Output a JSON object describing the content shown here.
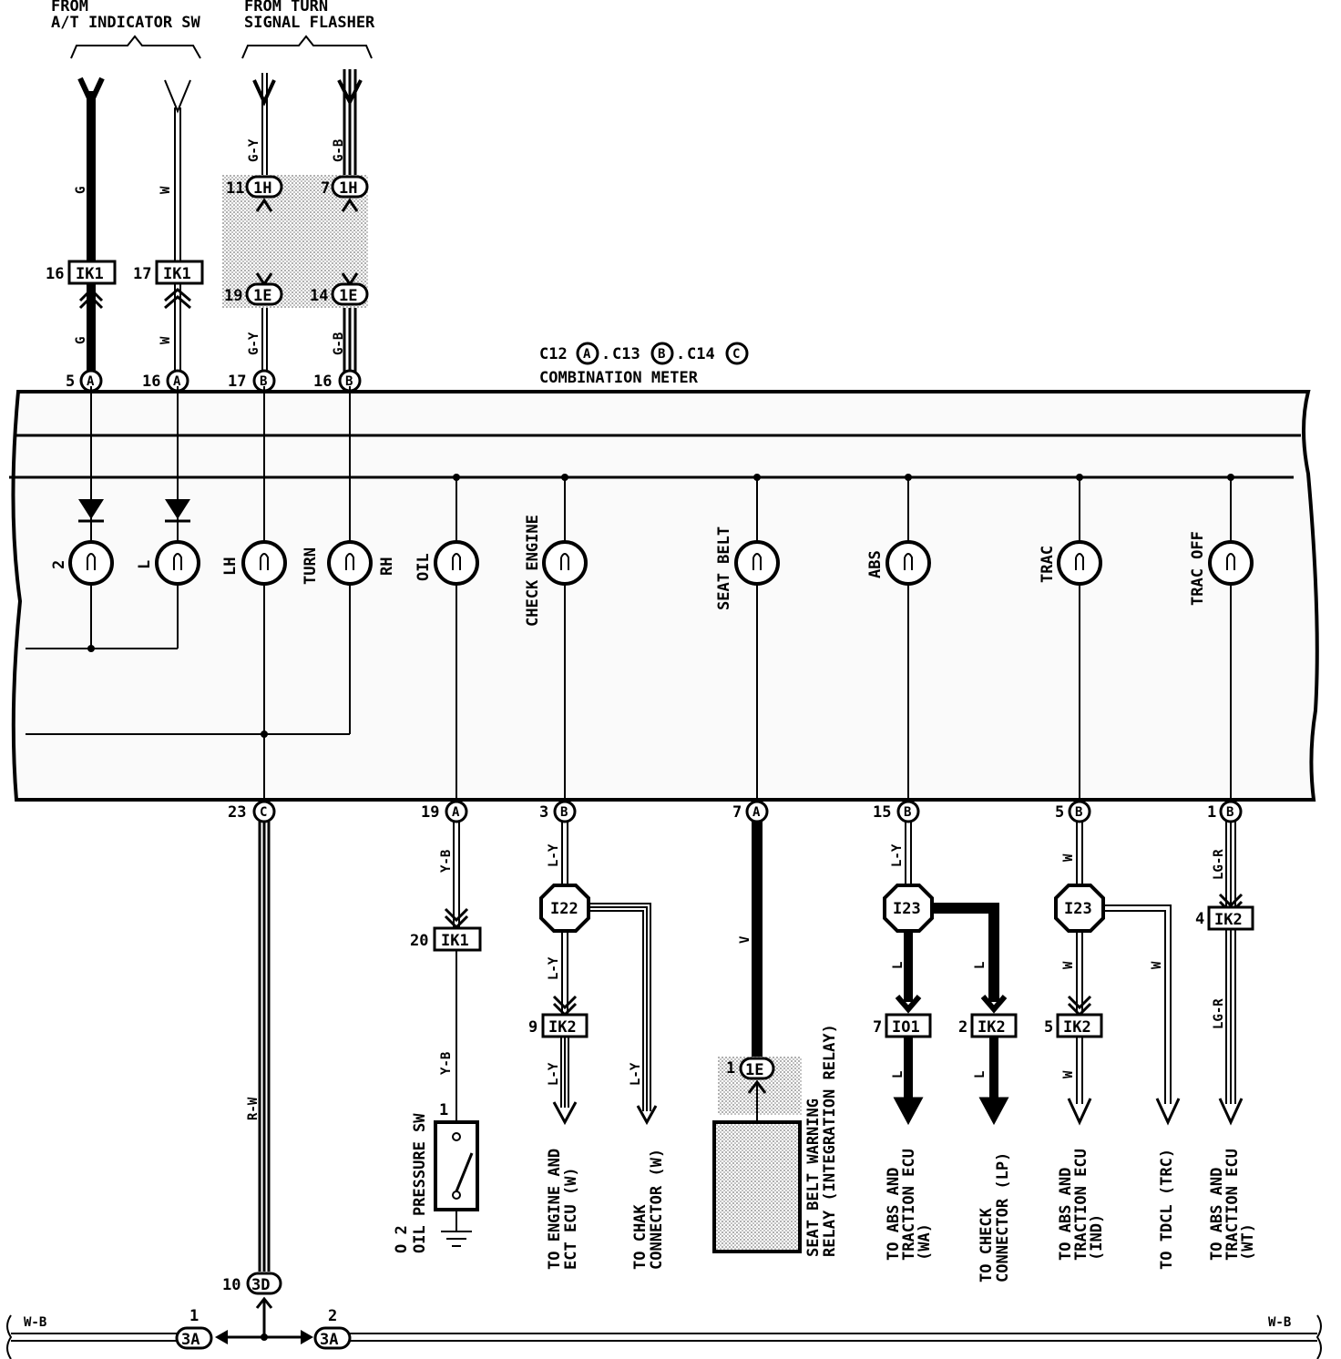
{
  "header": {
    "at_sw_line1": "FROM",
    "at_sw_line2": "A/T INDICATOR SW",
    "turn_line1": "FROM TURN",
    "turn_line2": "SIGNAL FLASHER"
  },
  "meter": {
    "connectors": [
      {
        "id": "C12",
        "letter": "A"
      },
      {
        "id": "C13",
        "letter": "B"
      },
      {
        "id": "C14",
        "letter": "C"
      }
    ],
    "name": "COMBINATION METER"
  },
  "top_wires": [
    {
      "color": "G",
      "conn": "IK1",
      "conn_pin": "16",
      "pin": "5",
      "pin_letter": "A"
    },
    {
      "color": "W",
      "conn": "IK1",
      "conn_pin": "17",
      "pin": "16",
      "pin_letter": "A"
    },
    {
      "color": "G-Y",
      "j1": "1H",
      "j1_pin": "11",
      "j2": "1E",
      "j2_pin": "19",
      "pin": "17",
      "pin_letter": "B"
    },
    {
      "color": "G-B",
      "j1": "1H",
      "j1_pin": "7",
      "j2": "1E",
      "j2_pin": "14",
      "pin": "16",
      "pin_letter": "B"
    }
  ],
  "lamps": [
    {
      "label": "2"
    },
    {
      "label": "L"
    },
    {
      "label": "LH"
    },
    {
      "label": "TURN"
    },
    {
      "label": "RH"
    },
    {
      "label": "OIL"
    },
    {
      "label": "CHECK ENGINE"
    },
    {
      "label": "SEAT BELT"
    },
    {
      "label": "ABS"
    },
    {
      "label": "TRAC"
    },
    {
      "label": "TRAC OFF"
    }
  ],
  "bottom_pins": [
    {
      "pin": "23",
      "letter": "C"
    },
    {
      "pin": "19",
      "letter": "A"
    },
    {
      "pin": "3",
      "letter": "B"
    },
    {
      "pin": "7",
      "letter": "A"
    },
    {
      "pin": "15",
      "letter": "B"
    },
    {
      "pin": "5",
      "letter": "B"
    },
    {
      "pin": "1",
      "letter": "B"
    }
  ],
  "ground": {
    "wire": "R-W",
    "conn": "3D",
    "conn_pin": "10",
    "left_conn": "3A",
    "left_pin": "1",
    "right_conn": "3A",
    "right_pin": "2",
    "bus_left": "W-B",
    "bus_right": "W-B"
  },
  "oil": {
    "wire1": "Y-B",
    "conn": "IK1",
    "conn_pin": "20",
    "wire2": "Y-B",
    "sw_pin": "1",
    "sw_label1": "O 2",
    "sw_label2": "OIL PRESSURE SW"
  },
  "check": {
    "wire1": "L-Y",
    "junction": "I22",
    "wire2": "L-Y",
    "conn": "IK2",
    "conn_pin": "9",
    "wire3": "L-Y",
    "wire4": "L-Y",
    "dest1_line1": "TO ENGINE AND",
    "dest1_line2": "ECT ECU (W)",
    "dest2_line1": "TO CHAK",
    "dest2_line2": "CONNECTOR (W)"
  },
  "seatbelt": {
    "wire": "V",
    "conn": "1E",
    "conn_pin": "1",
    "relay_line1": "SEAT BELT WARNING",
    "relay_line2": "RELAY (INTEGRATION RELAY)"
  },
  "abs": {
    "wire1": "L-Y",
    "junction": "I23",
    "wire2": "L",
    "wire3": "L",
    "conn1": "IO1",
    "conn1_pin": "7",
    "conn2": "IK2",
    "conn2_pin": "2",
    "wire4": "L",
    "wire5": "L",
    "dest1_line1": "TO ABS AND",
    "dest1_line2": "TRACTION ECU",
    "dest1_line3": "(WA)",
    "dest2_line1": "TO CHECK",
    "dest2_line2": "CONNECTOR (LP)"
  },
  "trac": {
    "wire1": "W",
    "junction": "I23",
    "wire2": "W",
    "wire3": "W",
    "conn": "IK2",
    "conn_pin": "5",
    "wire4": "W",
    "dest1_line1": "TO ABS AND",
    "dest1_line2": "TRACTION ECU",
    "dest1_line3": "(IND)",
    "dest2": "TO TDCL (TRC)"
  },
  "tracoff": {
    "wire1": "LG-R",
    "conn": "IK2",
    "conn_pin": "4",
    "wire2": "LG-R",
    "dest_line1": "TO ABS AND",
    "dest_line2": "TRACTION ECU",
    "dest_line3": "(WT)"
  }
}
